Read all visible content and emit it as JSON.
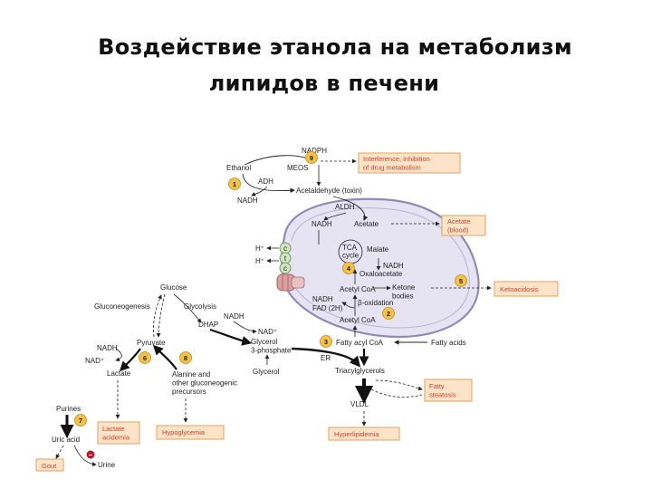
{
  "title": {
    "line1": "Воздействие этанола на метаболизм",
    "line2": "липидов  в печени"
  },
  "diagram": {
    "labels": {
      "nadph": "NADPH",
      "ethanol": "Ethanol",
      "meos": "MEOS",
      "adh": "ADH",
      "nadh_top": "NADH",
      "acetaldehyde": "Acetaldehyde (toxin)",
      "aldh": "ALDH",
      "nadh_mito": "NADH",
      "acetate": "Acetate",
      "h_plus_1": "H⁺",
      "h_plus_2": "H⁺",
      "chain_c1": "c",
      "chain_t": "t",
      "chain_c2": "c",
      "tca_cycle": "TCA\ncycle",
      "malate": "Malate",
      "oxaloacetate": "Oxaloacetate",
      "nadh_oxalo": "NADH",
      "acetyl_coa_1": "Acetyl CoA",
      "ketone_bodies": "Ketone\nbodies",
      "nadh_beta": "NADH",
      "fad": "FAD (2H)",
      "beta_ox": "β-oxidation",
      "acetyl_coa_2": "Acetyl CoA",
      "fatty_acyl_coa": "Fatty acyl CoA",
      "fatty_acids": "Fatty acids",
      "glucose": "Glucose",
      "gluconeogenesis": "Gluconeogenesis",
      "glycolysis": "Glycolysis",
      "dhap": "DHAP",
      "nadh_dhap": "NADH",
      "nad_plus_dhap": "NAD⁺",
      "glycerol_3p": "Glycerol\n3-phosphate",
      "glycerol": "Glycerol",
      "er": "ER",
      "triacylglycerols": "Triacylglycerols",
      "vldl": "VLDL",
      "nadh_pyr": "NADH",
      "nad_plus_pyr": "NAD⁺",
      "pyruvate": "Pyruvate",
      "lactate": "Lactate",
      "alanine": "Alanine and\nother gluconeogenic\nprecursors",
      "purines": "Purines",
      "uric_acid": "Uric acid",
      "urine": "Urine",
      "minus": "–"
    },
    "boxes": {
      "interference": "Interference, inhibition\nof drug metabolism",
      "acetate_blood": "Acetate\n(blood)",
      "ketoacidosis": "Ketoacidosis",
      "fatty_steatosis": "Fatty\nsteatosis",
      "hyperlipidemia": "Hyperlipidemia",
      "hypoglycemia": "Hypoglycemia",
      "lactate_acidemia": "Lactate\nacidemia",
      "gout": "Gout"
    },
    "badges": [
      "1",
      "2",
      "3",
      "4",
      "5",
      "6",
      "7",
      "8",
      "9"
    ],
    "colors": {
      "mitochondrion_fill": "#e6e3f2",
      "mitochondrion_stroke": "#8f8ab8",
      "box_fill": "#fde3c8",
      "box_text": "#d2432b",
      "badge": "#f4c14a",
      "chain_green": "#cfe5c0",
      "atp_synthase": "#d9a0a0",
      "minus_sign": "#c0182b"
    }
  }
}
